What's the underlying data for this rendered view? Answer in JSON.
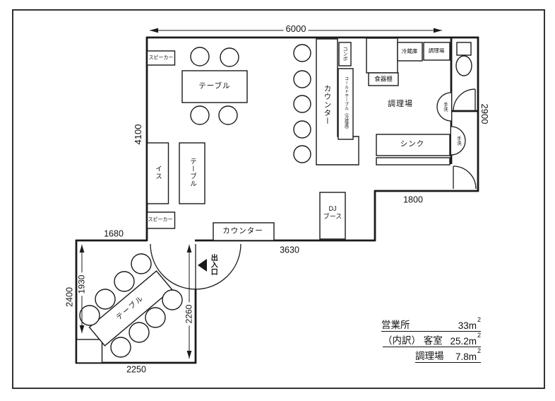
{
  "title": "restaurant-floor-plan",
  "colors": {
    "line": "#1a1a1a",
    "background": "#ffffff"
  },
  "dimensions": {
    "top_width": "6000",
    "left_height": "4100",
    "right_height": "2900",
    "kitchen_bottom": "1800",
    "main_bottom": "3630",
    "annex_top": "1680",
    "annex_left_outer": "2400",
    "annex_left_inner": "1930",
    "annex_right": "2260",
    "annex_bottom": "2250"
  },
  "labels": {
    "speaker_top": "スピーカー",
    "speaker_bottom": "スピーカー",
    "table_top": "テーブル",
    "table_left": "テーブル",
    "table_diagonal": "テーブル",
    "chair": "イス",
    "counter_main": "カウンター",
    "counter_bottom": "カウンター",
    "combo": "コンボ",
    "cold_table": "コールドテーブル（冷蔵庫）",
    "fridge": "冷蔵庫",
    "kitchen_small": "調理場",
    "cupboard": "食器棚",
    "kitchen_main": "調理場",
    "sink": "シンク",
    "hand_wash_1": "手洗",
    "hand_wash_2": "手洗",
    "dj_line1": "DJ",
    "dj_line2": "ブース",
    "entrance": "出入口"
  },
  "area_table": {
    "rows": [
      {
        "label": "営業所",
        "value": "33m",
        "sup": "2"
      },
      {
        "label": "（内訳） 客室",
        "value": "25.2m",
        "sup": "2"
      },
      {
        "label": "調理場",
        "value": "7.8m",
        "sup": "2"
      }
    ]
  }
}
